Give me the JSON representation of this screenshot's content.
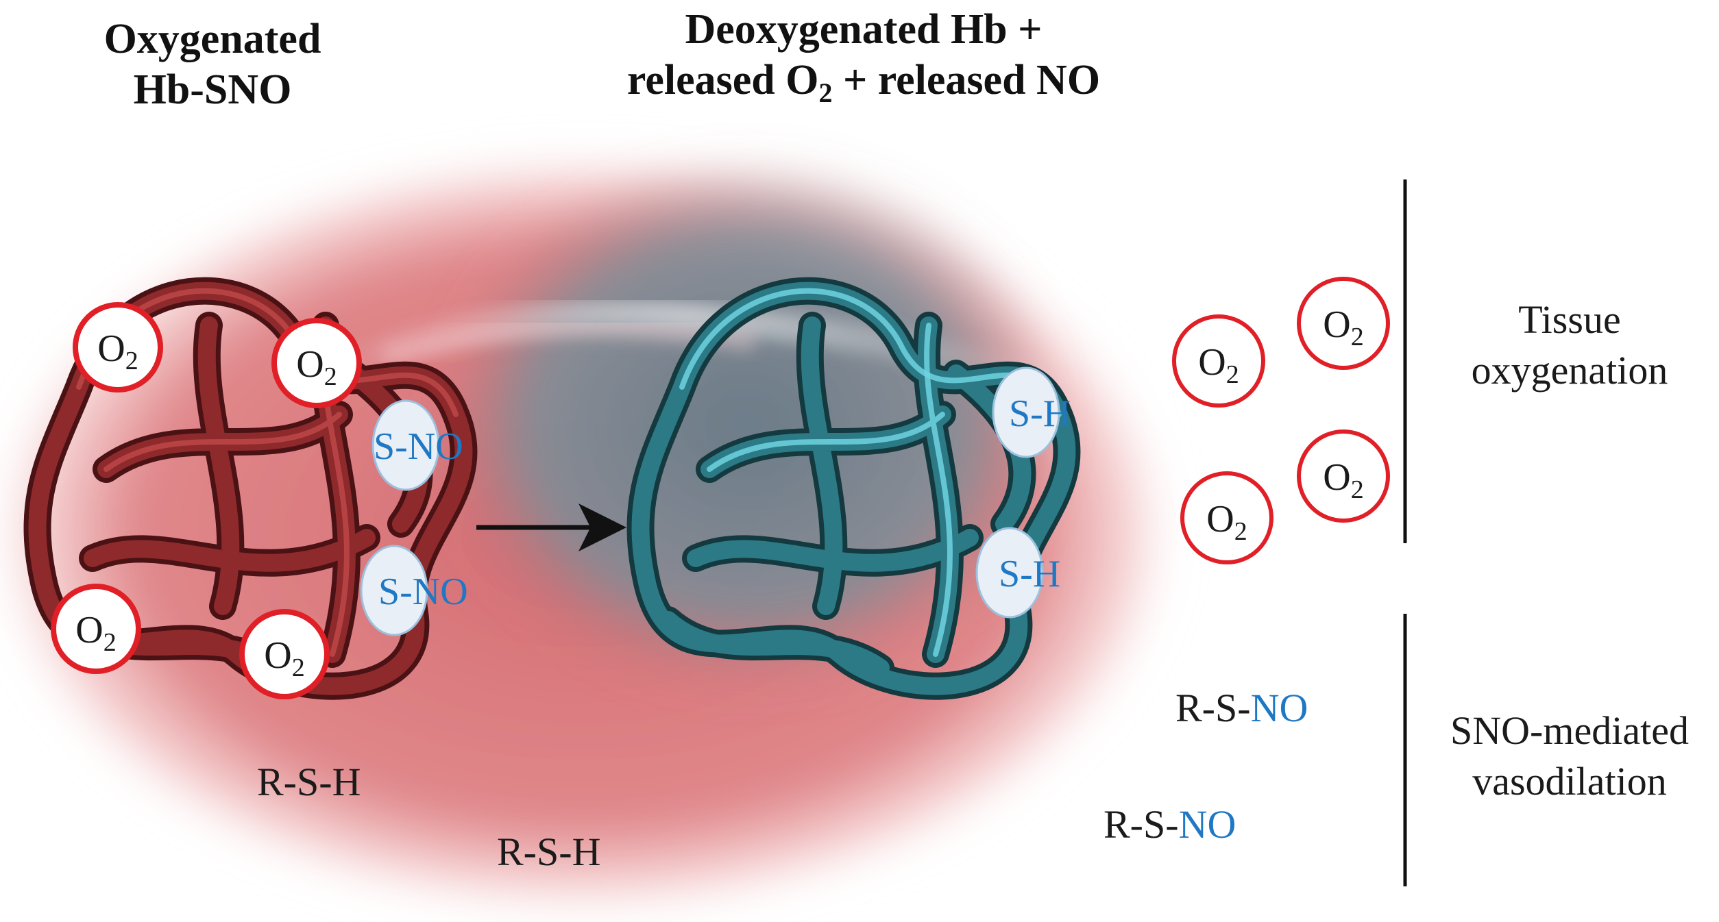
{
  "headings": {
    "left": [
      "Oxygenated",
      "Hb-SNO"
    ],
    "center_line1": "Deoxygenated Hb +",
    "center_line2_pre": "released O",
    "center_line2_sub": "2",
    "center_line2_post": " + released NO"
  },
  "molecules": {
    "o2_main": "O",
    "o2_sub": "2",
    "sno_label": "S-NO",
    "sh_prefix": "S-",
    "sh_suffix": "H",
    "rsh": "R-S-H",
    "rsno_prefix": "R-S-",
    "rsno_suffix": "NO"
  },
  "side_labels": {
    "tissue": [
      "Tissue",
      "oxygenation"
    ],
    "vasodilation": [
      "SNO-mediated",
      "vasodilation"
    ]
  },
  "colors": {
    "o2_ring": "#e01f26",
    "no_text": "#1f78c4",
    "oxy_protein": "#8e2a2c",
    "deoxy_protein": "#2b7a86",
    "cell_outer": "#d8585c",
    "cell_center": "#6d8794"
  }
}
